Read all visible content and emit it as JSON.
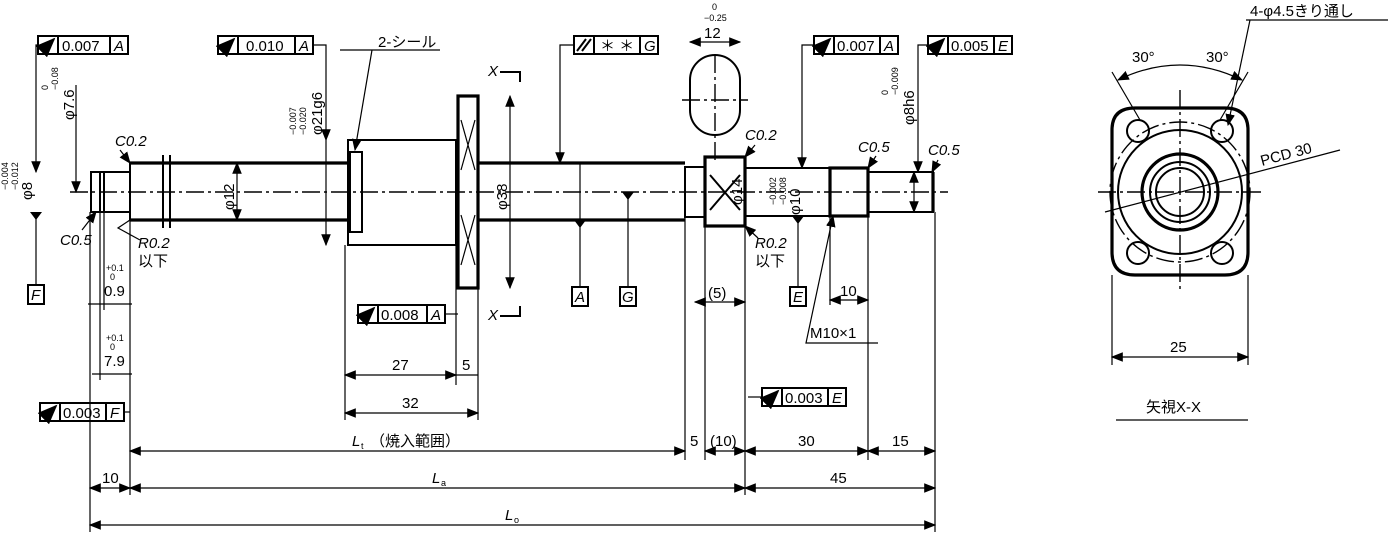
{
  "frames": [
    {
      "sym": "runout",
      "value": "0.007",
      "datum": "A"
    },
    {
      "sym": "runout",
      "value": "0.010",
      "datum": "A"
    },
    {
      "sym": "total-runout",
      "value": "＊ ＊",
      "datum": "G"
    },
    {
      "sym": "runout",
      "value": "0.007",
      "datum": "A"
    },
    {
      "sym": "runout",
      "value": "0.005",
      "datum": "E"
    },
    {
      "sym": "runout",
      "value": "0.008",
      "datum": "A"
    },
    {
      "sym": "runout",
      "value": "0.003",
      "datum": "E"
    },
    {
      "sym": "runout",
      "value": "0.003",
      "datum": "F"
    }
  ],
  "datums": [
    "F",
    "A",
    "G",
    "E"
  ],
  "labels": {
    "seal": "2-シール",
    "c02a": "C0.2",
    "c05a": "C0.5",
    "r02a": "R0.2",
    "below": "以下",
    "c02b": "C0.2",
    "r02b": "R0.2",
    "c05b": "C0.5",
    "c05c": "C0.5",
    "section_x_top": "X",
    "section_x_bottom": "X",
    "thread": "M10×1",
    "holes": "4-φ4.5きり通し",
    "pcd": "PCD 30",
    "ang1": "30°",
    "ang2": "30°",
    "view_title": "矢視X-X"
  },
  "diameters": {
    "d8": "φ8",
    "d8_tol_u": "−0.004",
    "d8_tol_l": "−0.012",
    "d76": "φ7.6",
    "d76_tol_u": "0",
    "d76_tol_l": "−0.08",
    "d21": "φ21g6",
    "d21_tol_u": "−0.007",
    "d21_tol_l": "−0.020",
    "d12": "φ12",
    "d38": "φ38",
    "d14": "φ14",
    "d10": "φ10",
    "d10_tol_u": "−0.002",
    "d10_tol_l": "−0.008",
    "d8h6": "φ8h6",
    "d8h6_tol_u": "0",
    "d8h6_tol_l": "−0.009",
    "w12": "12",
    "w12_tol_u": "0",
    "w12_tol_l": "−0.25"
  },
  "dims": {
    "g09": "0.9",
    "g09_tol": "+0.1",
    "g09_tol0": "0",
    "g79": "7.9",
    "g79_tol": "+0.1",
    "g79_tol0": "0",
    "d27": "27",
    "d5a": "5",
    "d32": "32",
    "d5p": "(5)",
    "d10t": "10",
    "L1": "L",
    "L1_sub": "t",
    "L1_note": "（焼入範囲）",
    "d5b": "5",
    "d10p": "(10)",
    "d30": "30",
    "d15": "15",
    "d10": "10",
    "La": "L",
    "La_sub": "a",
    "d45": "45",
    "Lo": "L",
    "Lo_sub": "o",
    "d25": "25"
  }
}
